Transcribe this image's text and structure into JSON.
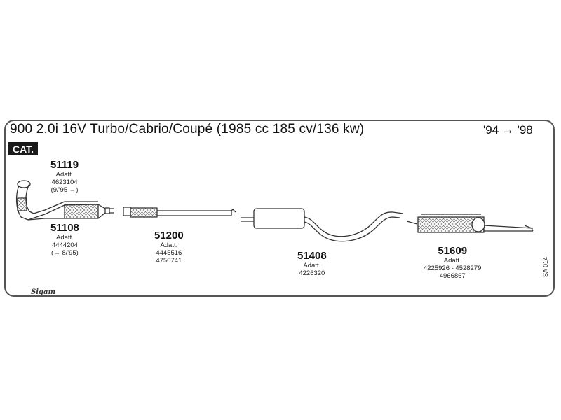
{
  "title": "900 2.0i 16V Turbo/Cabrio/Coupé (1985 cc 185 cv/136 kw)",
  "years": "'94 → '98",
  "badge": "CAT.",
  "parts": [
    {
      "id": "p51119",
      "num": "51119",
      "lines": [
        "Adatt.",
        "4623104",
        "(9/'95 →)"
      ]
    },
    {
      "id": "p51108",
      "num": "51108",
      "lines": [
        "Adatt.",
        "4444204",
        "(→ 8/'95)"
      ]
    },
    {
      "id": "p51200",
      "num": "51200",
      "lines": [
        "Adatt.",
        "4445516",
        "4750741"
      ]
    },
    {
      "id": "p51408",
      "num": "51408",
      "lines": [
        "Adatt.",
        "4226320"
      ]
    },
    {
      "id": "p51609",
      "num": "51609",
      "lines": [
        "Adatt.",
        "4225926 - 4528279",
        "4966867"
      ]
    }
  ],
  "reference": "SA 014",
  "logo": "Sigam",
  "colors": {
    "line": "#333333",
    "hatch": "#777777"
  }
}
